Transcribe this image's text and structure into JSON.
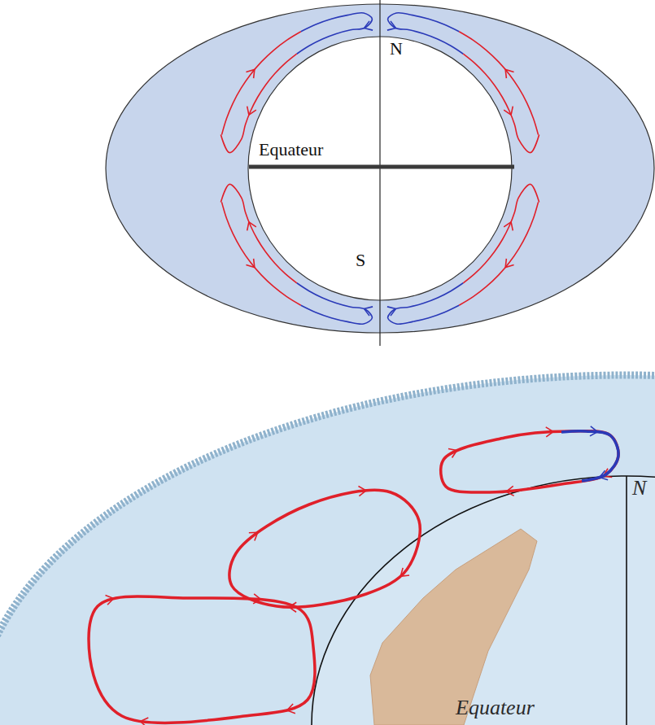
{
  "diagram": {
    "labels": [
      "N",
      "Equateur",
      "S",
      "N",
      "Equateur"
    ]
  }
}
